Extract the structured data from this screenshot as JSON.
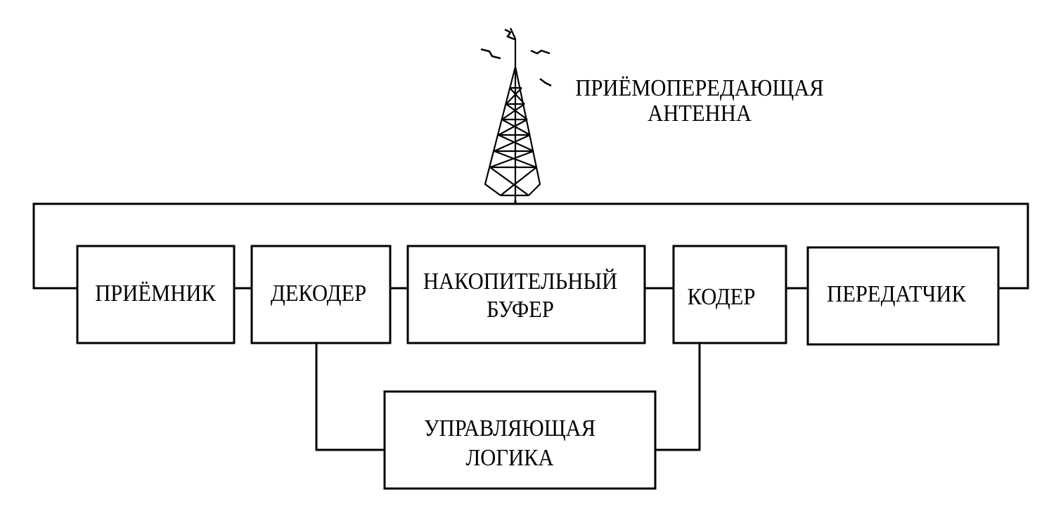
{
  "antenna": {
    "label_line1": "ПРИЁМОПЕРЕДАЮЩАЯ",
    "label_line2": "АНТЕННА"
  },
  "blocks": {
    "receiver": "ПРИЁМНИК",
    "decoder": "ДЕКОДЕР",
    "buffer_line1": "НАКОПИТЕЛЬНЫЙ",
    "buffer_line2": "БУФЕР",
    "encoder": "КОДЕР",
    "transmitter": "ПЕРЕДАТЧИК",
    "logic_line1": "УПРАВЛЯЮЩАЯ",
    "logic_line2": "ЛОГИКА"
  }
}
